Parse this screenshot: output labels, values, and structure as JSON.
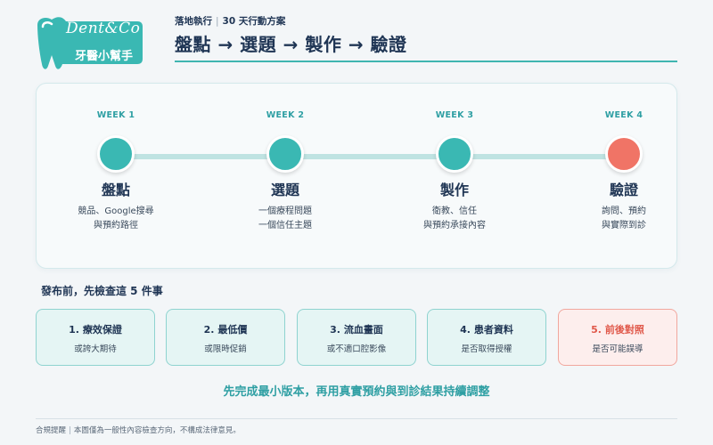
{
  "logo": {
    "script_text": "Dent&Co",
    "cn_text": "牙醫小幫手"
  },
  "header": {
    "eyebrow_left": "落地執行",
    "eyebrow_right": "30 天行動方案",
    "title": "盤點 → 選題 → 製作 → 驗證"
  },
  "timeline": {
    "steps": [
      {
        "week": "WEEK 1",
        "name": "盤點",
        "desc_1": "競品、Google搜尋",
        "desc_2": "與預約路徑"
      },
      {
        "week": "WEEK 2",
        "name": "選題",
        "desc_1": "一個療程問題",
        "desc_2": "一個信任主題"
      },
      {
        "week": "WEEK 3",
        "name": "製作",
        "desc_1": "衛教、信任",
        "desc_2": "與預約承接內容"
      },
      {
        "week": "WEEK 4",
        "name": "驗證",
        "desc_1": "詢問、預約",
        "desc_2": "與實際到診"
      }
    ]
  },
  "checklist": {
    "title": "發布前，先檢查這 5 件事",
    "items": [
      {
        "title": "1. 療效保證",
        "sub": "或誇大期待"
      },
      {
        "title": "2. 最低價",
        "sub": "或限時促銷"
      },
      {
        "title": "3. 流血畫面",
        "sub": "或不適口腔影像"
      },
      {
        "title": "4. 患者資料",
        "sub": "是否取得授權"
      },
      {
        "title": "5. 前後對照",
        "sub": "是否可能誤導"
      }
    ]
  },
  "bottom_message": "先完成最小版本，再用真實預約與到診結果持續調整",
  "footer": {
    "label": "合規提醒",
    "text": "本圖僅為一般性內容檢查方向，不構成法律意見。"
  },
  "colors": {
    "teal": "#3ab8b3",
    "coral": "#f07466",
    "navy": "#1f3554"
  }
}
